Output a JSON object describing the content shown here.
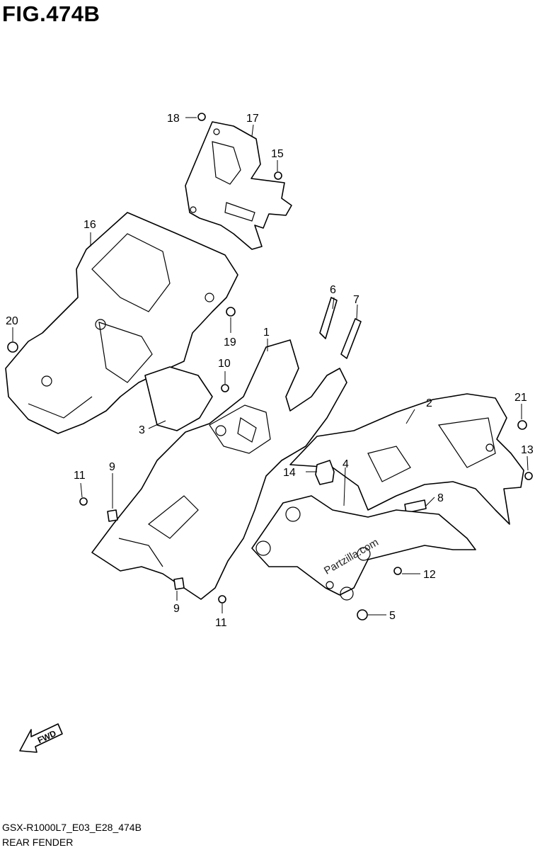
{
  "figure": {
    "title": "FIG.474B"
  },
  "footer": {
    "code": "GSX-R1000L7_E03_E28_474B",
    "name": "REAR FENDER"
  },
  "watermark": {
    "text": "Partzilla.com"
  },
  "fwd_label": "FWD",
  "callouts": [
    {
      "id": "c1",
      "label": "1"
    },
    {
      "id": "c2",
      "label": "2"
    },
    {
      "id": "c3",
      "label": "3"
    },
    {
      "id": "c4",
      "label": "4"
    },
    {
      "id": "c5",
      "label": "5"
    },
    {
      "id": "c6",
      "label": "6"
    },
    {
      "id": "c7",
      "label": "7"
    },
    {
      "id": "c8",
      "label": "8"
    },
    {
      "id": "c9a",
      "label": "9"
    },
    {
      "id": "c9b",
      "label": "9"
    },
    {
      "id": "c10",
      "label": "10"
    },
    {
      "id": "c11a",
      "label": "11"
    },
    {
      "id": "c11b",
      "label": "11"
    },
    {
      "id": "c12",
      "label": "12"
    },
    {
      "id": "c13",
      "label": "13"
    },
    {
      "id": "c14",
      "label": "14"
    },
    {
      "id": "c15",
      "label": "15"
    },
    {
      "id": "c16",
      "label": "16"
    },
    {
      "id": "c17",
      "label": "17"
    },
    {
      "id": "c18",
      "label": "18"
    },
    {
      "id": "c19",
      "label": "19"
    },
    {
      "id": "c20",
      "label": "20"
    },
    {
      "id": "c21",
      "label": "21"
    }
  ]
}
